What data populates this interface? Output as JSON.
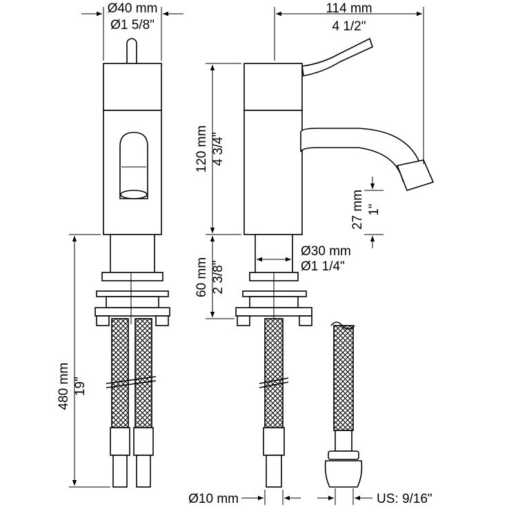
{
  "dimensions": {
    "body_diameter_mm": "Ø40 mm",
    "body_diameter_in": "Ø1 5/8\"",
    "reach_mm": "114 mm",
    "reach_in": "4 1/2\"",
    "height_mm": "120 mm",
    "height_in": "4 3/4\"",
    "spout_clearance_mm": "27 mm",
    "spout_clearance_in": "1\"",
    "shank_diameter_mm": "Ø30 mm",
    "shank_diameter_in": "Ø1 1/4\"",
    "shank_length_mm": "60 mm",
    "shank_length_in": "2 3/8\"",
    "hose_length_mm": "480 mm",
    "hose_length_in": "19\"",
    "hose_diameter_mm": "Ø10 mm",
    "hose_thread_us": "US: 9/16\""
  },
  "colors": {
    "line": "#000000",
    "background": "#ffffff"
  }
}
